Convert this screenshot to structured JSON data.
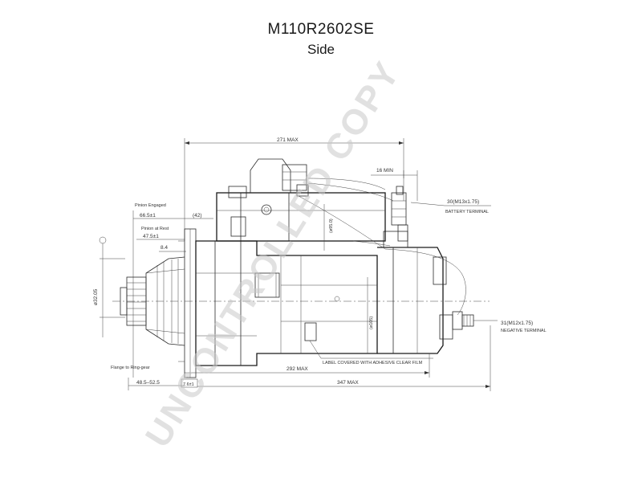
{
  "header": {
    "title": "M110R2602SE",
    "subtitle": "Side"
  },
  "watermark": "UNCONTROLLED COPY",
  "dimensions": {
    "overall_max": "271 MAX",
    "min_16": "16 MIN",
    "battery_thread": "30(M13x1.75)",
    "battery_label": "BATTERY TERMINAL",
    "pinion_engaged": "Pinion Engaged",
    "pinion_engaged_val": "66.5±1",
    "paren_42": "(42)",
    "pinion_rest": "Pinion at Rest",
    "pinion_rest_val": "47.5±1",
    "val_8_4": "8.4",
    "pinion_dia": "ø32.05",
    "height_mid": "(ø95.0)",
    "height_lower": "(ø105)",
    "negative_thread": "31(M12x1.75)",
    "negative_label": "NEGATIVE TERMINAL",
    "label_note": "LABEL COVERED WITH ADHESIVE CLEAR FILM",
    "max_292": "292 MAX",
    "flange_note": "Flange to Ring-gear",
    "flange_val": "48.5–52.5",
    "val_7_6": "7.6±1",
    "max_347": "347 MAX"
  }
}
